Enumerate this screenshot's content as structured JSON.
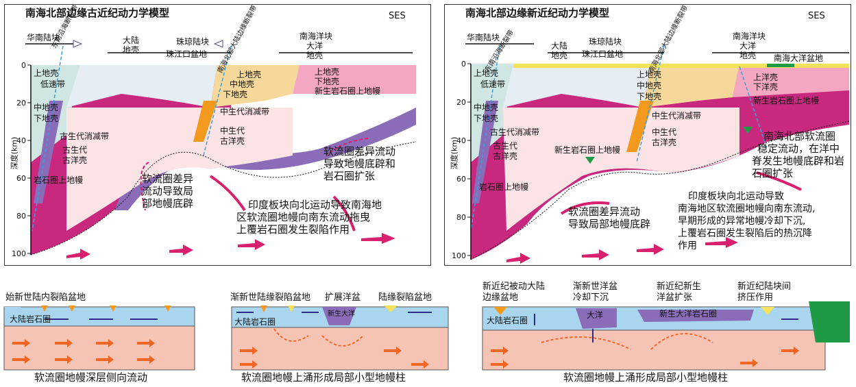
{
  "left_panel": {
    "title": "南海北部边缘古近纪动力学模型",
    "compass": "SES",
    "blocks": {
      "south_china": "华南陆块",
      "continental": "大陆",
      "crust": "地壳",
      "zhuqiong": "珠琼陆块",
      "pearl_basin": "珠江口盆地",
      "ocean_block": "南海洋块",
      "ocean_crust": "大洋",
      "ocean_crust2": "地壳"
    },
    "faults": {
      "f1": "东南沿海断裂带",
      "f2": "南海北部大陆边缘断裂带"
    },
    "layers": {
      "upper": "上地壳",
      "lowvel": "低速带",
      "middle": "中地壳",
      "lower": "下地壳",
      "upper2": "上地壳",
      "middle2": "中地壳",
      "lower2": "下地壳",
      "upper3": "上地壳",
      "lower3": "下地壳",
      "newlitho": "新生岩石圈上地幔",
      "litho": "岩石圈上地幔"
    },
    "slabs": {
      "paleo_sub": "古生代消减带",
      "paleo_ocean": "古生代",
      "paleo_ocean2": "古洋壳",
      "meso_sub": "中生代消减带",
      "meso_ocean": "中生代",
      "meso_ocean2": "古洋壳"
    },
    "depth_label": "深度(km)",
    "depth_ticks": [
      "0",
      "20",
      "40",
      "60",
      "80",
      "100"
    ],
    "notes": {
      "n1": [
        "软流圈差异流动",
        "导致地幔底辟和",
        "岩石圈扩张"
      ],
      "n2": [
        "软流圈差异",
        "流动导致局",
        "部地幔底辟"
      ],
      "n3": [
        "印度板块向北运动导致南海地",
        "区软流圈地幔向南东流动拖曳",
        "上覆岩石圈发生裂陷作用"
      ]
    }
  },
  "right_panel": {
    "title": "南海北部边缘新近纪动力学模型",
    "compass": "SES",
    "blocks": {
      "south_china": "华南陆块",
      "continental": "大陆",
      "crust": "地壳",
      "zhuqiong": "珠琼陆块",
      "pearl_basin": "珠江口盆地",
      "ocean_block": "南海洋块",
      "ocean_crust": "大洋",
      "ocean_crust2": "地壳",
      "ocean_basin": "南海大洋盆地"
    },
    "faults": {
      "f1": "东南沿海断裂带",
      "f2": "南海北部大陆边缘断裂带"
    },
    "layers": {
      "upper": "上地壳",
      "lowvel": "低速带",
      "middle": "中地壳",
      "lower": "下地壳",
      "upper2": "上地壳",
      "middle2": "中地壳",
      "lower2": "下地壳",
      "upper3": "上洋壳",
      "lower3": "下洋壳",
      "newlitho": "新生岩石圈上地幔",
      "newlitho2": "新生岩石圈上地幔",
      "litho": "岩石圈上地幔"
    },
    "slabs": {
      "paleo_sub": "古生代消减带",
      "paleo_ocean": "古生代",
      "paleo_ocean2": "古洋壳",
      "meso_sub": "中生代消减带",
      "meso_ocean": "中生代",
      "meso_ocean2": "古洋壳"
    },
    "depth_label": "深度(km)",
    "depth_ticks": [
      "0",
      "20",
      "40",
      "60",
      "80",
      "100"
    ],
    "notes": {
      "n1": [
        "南海北部软流圈",
        "稳定流动，在洋中",
        "脊发生地幔底辟和岩",
        "石圈扩张"
      ],
      "n2": [
        "软流圈差异流动",
        "导致局部地幔底辟"
      ],
      "n3": [
        "印度板块向北运动导致",
        "南海地区软流圈地幔向南东流动,",
        "早期形成的异常地幔冷却下沉,",
        "上覆岩石圈发生裂陷后的热沉降",
        "作用"
      ]
    }
  },
  "bottom": {
    "p1": {
      "label": "始新世陆内裂陷盆地",
      "litho": "大陆岩石圈",
      "caption": "软流圈地幔深层侧向流动"
    },
    "p2": {
      "label1": "渐新世陆缘裂陷盆地",
      "label2": "扩展洋盆",
      "label3": "陆缘裂陷盆地",
      "litho": "大陆岩石圈",
      "newocean": "新生大洋",
      "caption": "软流圈地幔上涌形成局部小型地幔柱"
    },
    "p3": {
      "label1a": "新近纪被动大陆",
      "label1b": "边缘盆地",
      "label2a": "渐新世洋盆",
      "label2b": "冷却下沉",
      "label3a": "新近纪新生",
      "label3b": "洋盆扩张",
      "label4a": "新近纪陆块间",
      "label4b": "挤压作用",
      "litho": "大陆岩石圈",
      "ocean": "大洋",
      "newlitho": "新生大洋岩石圈",
      "caption": "软流圈地幔上涌形成局部小型地幔柱"
    }
  },
  "colors": {
    "magenta": "#c8297f",
    "pink": "#f5c7d3",
    "lightpink": "#fbe3e6",
    "purple": "#8a6cb8",
    "teal": "#cfe6e2",
    "orange": "#f39a1e",
    "blue": "#a9d5ef",
    "salmon": "#f6c4b4",
    "green": "#1f9a45",
    "yellow": "#f4e35a",
    "arrow": "#d8206e",
    "orangearrow": "#f26522",
    "navy": "#2e2a8c"
  }
}
